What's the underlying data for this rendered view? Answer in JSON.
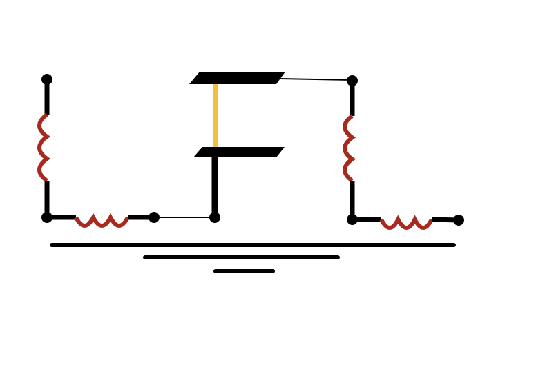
{
  "diagram": {
    "colors": {
      "wire": "#000000",
      "inductor": "#a82a1e",
      "dielectric": "#f0c040",
      "background": "#ffffff"
    },
    "components": [
      {
        "type": "inductor",
        "orientation": "vertical",
        "side": "left"
      },
      {
        "type": "inductor",
        "orientation": "horizontal",
        "side": "left"
      },
      {
        "type": "capacitor-plates",
        "dielectric": true
      },
      {
        "type": "inductor",
        "orientation": "vertical",
        "side": "right"
      },
      {
        "type": "inductor",
        "orientation": "horizontal",
        "side": "right"
      },
      {
        "type": "ground-symbol"
      }
    ]
  }
}
